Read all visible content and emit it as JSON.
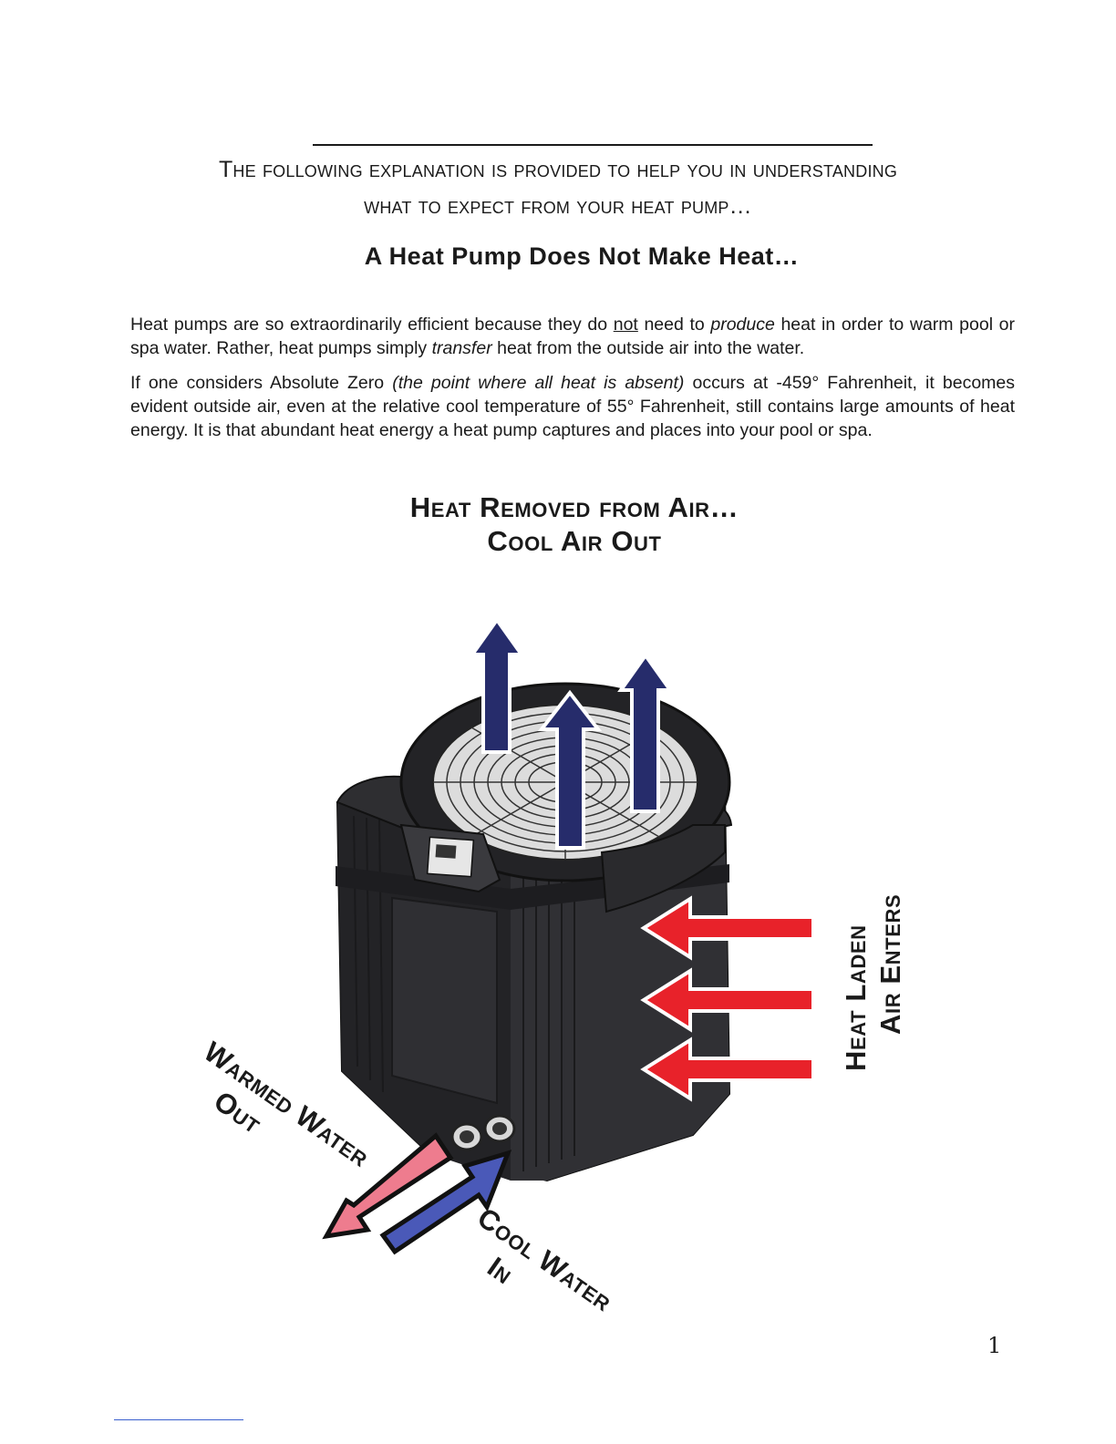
{
  "intro": {
    "line1": "The following explanation is provided to help you in understanding",
    "line2": "what to expect from your heat pump…"
  },
  "heading": "A Heat Pump Does Not Make Heat…",
  "para1": {
    "t1": "Heat pumps are so extraordinarily efficient because they do ",
    "t2": "not",
    "t3": " need to ",
    "t4": "produce",
    "t5": " heat in order to warm pool or spa water. Rather, heat pumps simply ",
    "t6": "transfer",
    "t7": " heat from the outside air into the water."
  },
  "para2": {
    "t1": "If one considers Absolute Zero ",
    "t2": "(the point where all heat is absent)",
    "t3": " occurs at -459° Fahrenheit, it becomes evident outside air, even at the relative cool temperature of 55° Fahrenheit, still contains large amounts of heat energy. It is that abundant heat energy a heat pump captures and places into your pool or spa."
  },
  "diagram": {
    "title_line1": "Heat Removed from Air…",
    "title_line2": "Cool Air Out",
    "air_label_line1": "Heat Laden",
    "air_label_line2": "Air Enters",
    "warm_label_line1": "Warmed Water",
    "warm_label_line2": "Out",
    "cool_label_line1": "Cool Water",
    "cool_label_line2": "In",
    "colors": {
      "air_out_arrow": "#262c6b",
      "air_in_arrow": "#e8222a",
      "warm_water_arrow": "#ee7c8e",
      "cool_water_arrow": "#4a59b8",
      "unit_body": "#2b2b2e"
    }
  },
  "page_number": "1"
}
